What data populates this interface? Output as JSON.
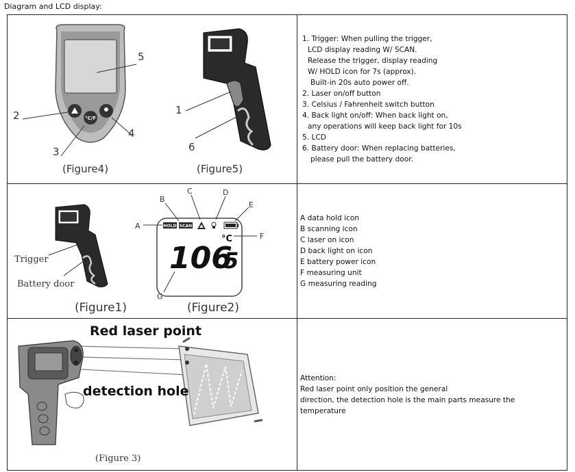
{
  "title": "Diagram and LCD display:",
  "row1": {
    "figure4_caption": "(Figure4)",
    "figure5_caption": "(Figure5)",
    "callouts": {
      "n1": "1",
      "n2": "2",
      "n3": "3",
      "n4": "4",
      "n5": "5",
      "n6": "6"
    },
    "button_cf": "°C/F",
    "lines": [
      "1. Trigger: When pulling the trigger,",
      "LCD display reading W/ SCAN.",
      "Release the trigger, display reading",
      "W/ HOLD icon for 7s (approx).",
      "Built-in 20s auto power off.",
      "2. Laser on/off button",
      "3. Celsius / Fahrenheit switch button",
      "4. Back light on/off: When back light on,",
      "any operations will keep back light for 10s",
      "5. LCD",
      "6. Battery door: When replacing batteries,",
      "please pull the battery door."
    ]
  },
  "row2": {
    "trigger_label": "Trigger",
    "battery_label": "Battery door",
    "figure1_caption": "(Figure1)",
    "figure2_caption": "(Figure2)",
    "letters": {
      "a": "A",
      "b": "B",
      "c": "C",
      "d": "D",
      "e": "E",
      "f": "F",
      "g": "G"
    },
    "hold_icon": "HOLD",
    "scan_icon": "SCAN",
    "reading_int": "106",
    "reading_dec": ".5",
    "unit": "°C",
    "lines": [
      "A data hold icon",
      "B scanning icon",
      "C laser on icon",
      "D back light on icon",
      "E battery power icon",
      "F measuring unit",
      "G measuring reading"
    ]
  },
  "row3": {
    "red_laser_label": "Red laser point",
    "detection_label": "detection hole",
    "figure3_caption": "(Figure 3)",
    "lines": [
      "Attention:",
      "Red laser point only position the general",
      "direction, the detection hole is the main parts measure the",
      "temperature"
    ]
  }
}
